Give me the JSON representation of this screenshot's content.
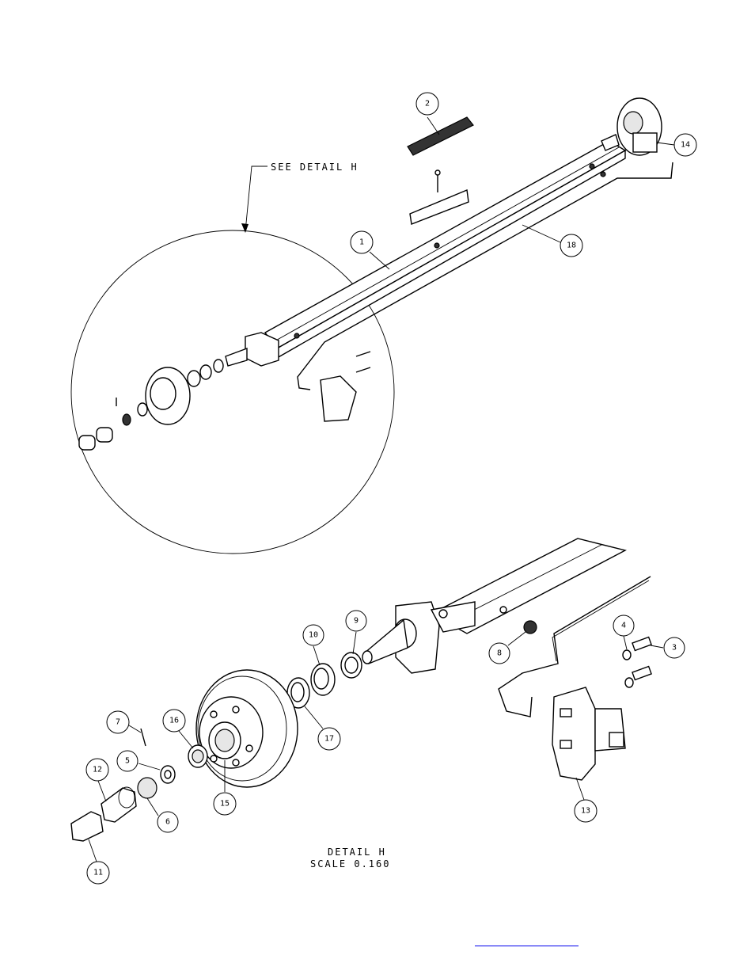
{
  "detail_callout": "SEE DETAIL  H",
  "detail_title": "DETAIL  H",
  "detail_scale": "SCALE  0.160",
  "footer_link": "",
  "balloons": {
    "b1": "1",
    "b2": "2",
    "b3": "3",
    "b4": "4",
    "b5": "5",
    "b6": "6",
    "b7": "7",
    "b8": "8",
    "b9": "9",
    "b10": "10",
    "b11": "11",
    "b12": "12",
    "b13": "13",
    "b14": "14",
    "b15": "15",
    "b16": "16",
    "b17": "17",
    "b18": "18"
  }
}
